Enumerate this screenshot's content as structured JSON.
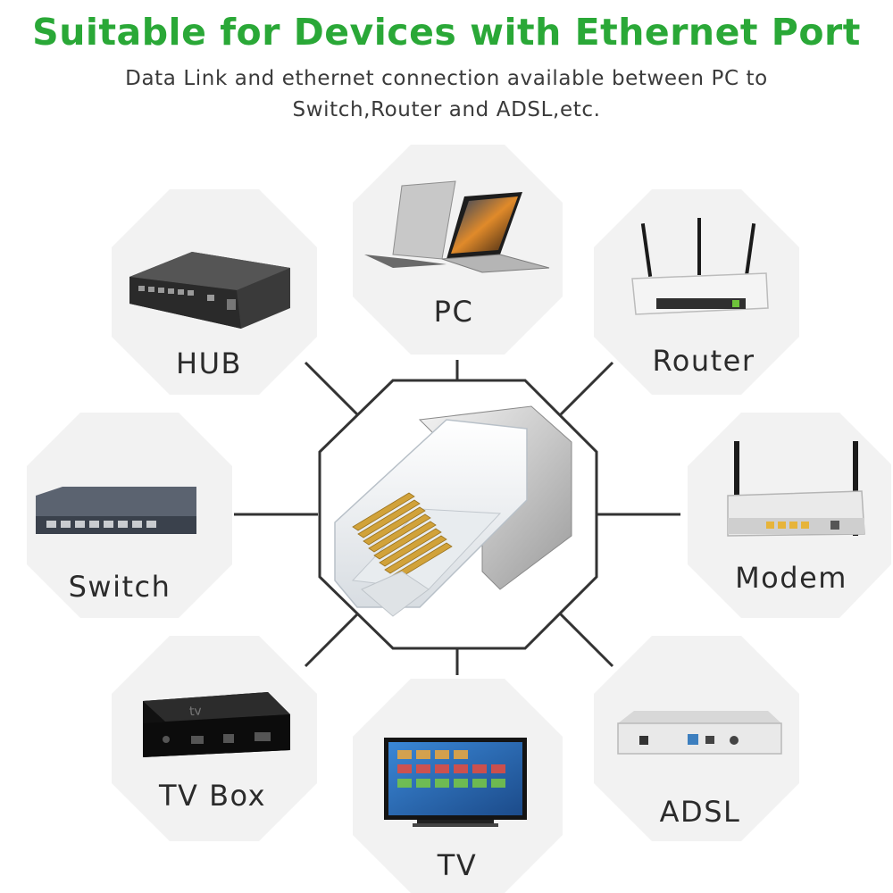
{
  "header": {
    "title": "Suitable for Devices with Ethernet Port",
    "subtitle_line1": "Data Link and ethernet connection available between PC to",
    "subtitle_line2": "Switch,Router and ADSL,etc."
  },
  "colors": {
    "title_green": "#2aa837",
    "hexagon_fill": "#f2f2f2",
    "connector_line": "#333333"
  },
  "devices": [
    {
      "label": "HUB",
      "icon": "hub-icon"
    },
    {
      "label": "PC",
      "icon": "laptop-icon"
    },
    {
      "label": "Router",
      "icon": "router-icon"
    },
    {
      "label": "Switch",
      "icon": "switch-icon"
    },
    {
      "label": "Modem",
      "icon": "modem-icon"
    },
    {
      "label": "TV Box",
      "icon": "tv-box-icon"
    },
    {
      "label": "TV",
      "icon": "tv-icon"
    },
    {
      "label": "ADSL",
      "icon": "adsl-icon"
    }
  ],
  "center": {
    "icon": "rj45-connector-icon"
  }
}
